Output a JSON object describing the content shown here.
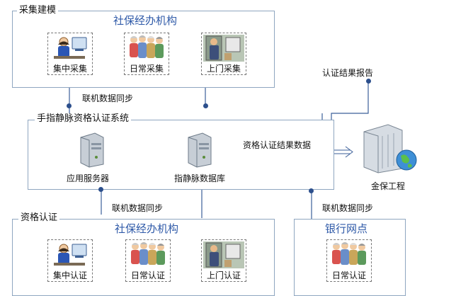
{
  "top_group": {
    "title": "采集建模",
    "org_title": "社保经办机构",
    "cards": [
      {
        "label": "集中采集",
        "icon": "person-at-computer-icon"
      },
      {
        "label": "日常采集",
        "icon": "elderly-group-icon"
      },
      {
        "label": "上门采集",
        "icon": "home-visit-icon"
      }
    ]
  },
  "middle_group": {
    "title": "手指静脉资格认证系统",
    "app_server": "应用服务器",
    "database": "指静脉数据库"
  },
  "bottom_left_group": {
    "title": "资格认证",
    "org_title": "社保经办机构",
    "cards": [
      {
        "label": "集中认证",
        "icon": "person-at-computer-icon"
      },
      {
        "label": "日常认证",
        "icon": "elderly-group-icon"
      },
      {
        "label": "上门认证",
        "icon": "home-visit-icon"
      }
    ]
  },
  "bottom_right_group": {
    "title": "银行网点",
    "card": {
      "label": "日常认证",
      "icon": "elderly-group-icon"
    }
  },
  "golden_project": "金保工程",
  "edges": {
    "sync_top": "联机数据同步",
    "sync_bottom": "联机数据同步",
    "sync_bank": "联机数据同步",
    "report": "认证结果报告",
    "cert_data": "资格认证结果数据"
  },
  "colors": {
    "border": "#8fa6c0",
    "title_blue": "#2f5aa8",
    "dot": "#2c4f8c",
    "line": "#3b5f99"
  }
}
